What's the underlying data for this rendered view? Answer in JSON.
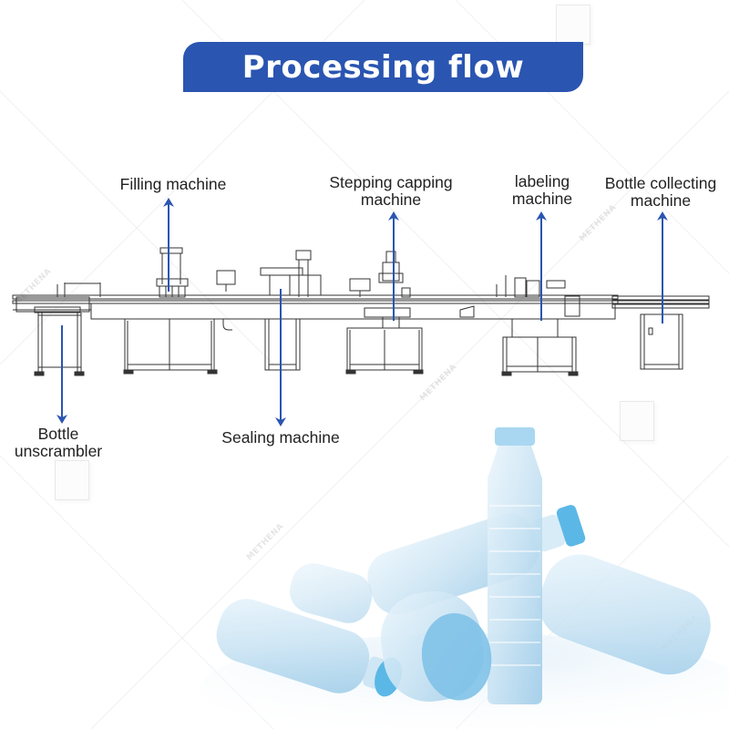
{
  "title": "Processing flow",
  "colors": {
    "banner": "#2a55b1",
    "arrow": "#2a55b1",
    "line_art": "#333333",
    "bottle_cap": "#5bb8e6",
    "bottle_body": "#cfe6f4"
  },
  "watermark": "METHENA",
  "stations": [
    {
      "id": "bottle-unscrambler",
      "label_lines": [
        "Bottle",
        "unscrambler"
      ],
      "arrow": "down"
    },
    {
      "id": "filling-machine",
      "label_lines": [
        "Filling machine"
      ],
      "arrow": "up"
    },
    {
      "id": "sealing-machine",
      "label_lines": [
        "Sealing machine"
      ],
      "arrow": "down"
    },
    {
      "id": "stepping-capping-machine",
      "label_lines": [
        "Stepping capping",
        "machine"
      ],
      "arrow": "up"
    },
    {
      "id": "labeling-machine",
      "label_lines": [
        "labeling",
        "machine"
      ],
      "arrow": "up"
    },
    {
      "id": "bottle-collecting-machine",
      "label_lines": [
        "Bottle collecting",
        "machine"
      ],
      "arrow": "up"
    }
  ]
}
